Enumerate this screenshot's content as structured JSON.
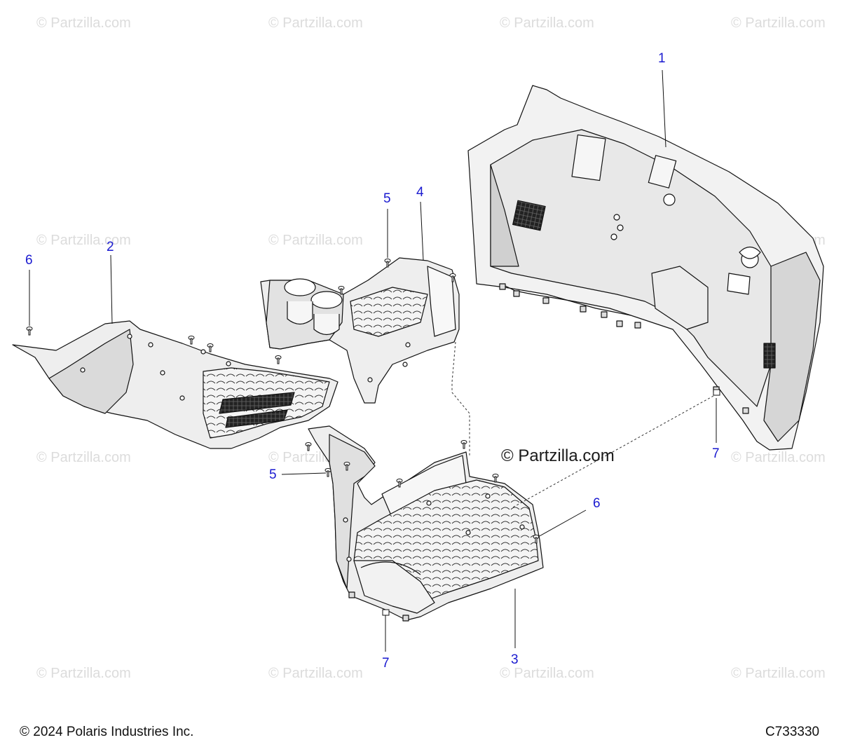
{
  "watermark_text": "© Partzilla.com",
  "center_watermark": "© Partzilla.com",
  "callouts": {
    "c1": "1",
    "c2": "2",
    "c3": "3",
    "c4": "4",
    "c5a": "5",
    "c5b": "5",
    "c6a": "6",
    "c6b": "6",
    "c7a": "7",
    "c7b": "7"
  },
  "footer": {
    "copyright": "© 2024 Polaris Industries Inc.",
    "diagram_code": "C733330"
  },
  "parts": [
    {
      "callout": "1",
      "icon": "rear-firewall-panel"
    },
    {
      "callout": "2",
      "icon": "left-floor-panel"
    },
    {
      "callout": "3",
      "icon": "right-floor-panel"
    },
    {
      "callout": "4",
      "icon": "center-console-cupholder"
    },
    {
      "callout": "5",
      "icon": "push-rivet"
    },
    {
      "callout": "6",
      "icon": "screw"
    },
    {
      "callout": "7",
      "icon": "u-nut"
    }
  ],
  "colors": {
    "callout": "#1a1ad0",
    "panel_fill": "#f2f2f2",
    "panel_shade": "#d6d6d6",
    "line": "#111111",
    "watermark": "#dcdcdc"
  }
}
